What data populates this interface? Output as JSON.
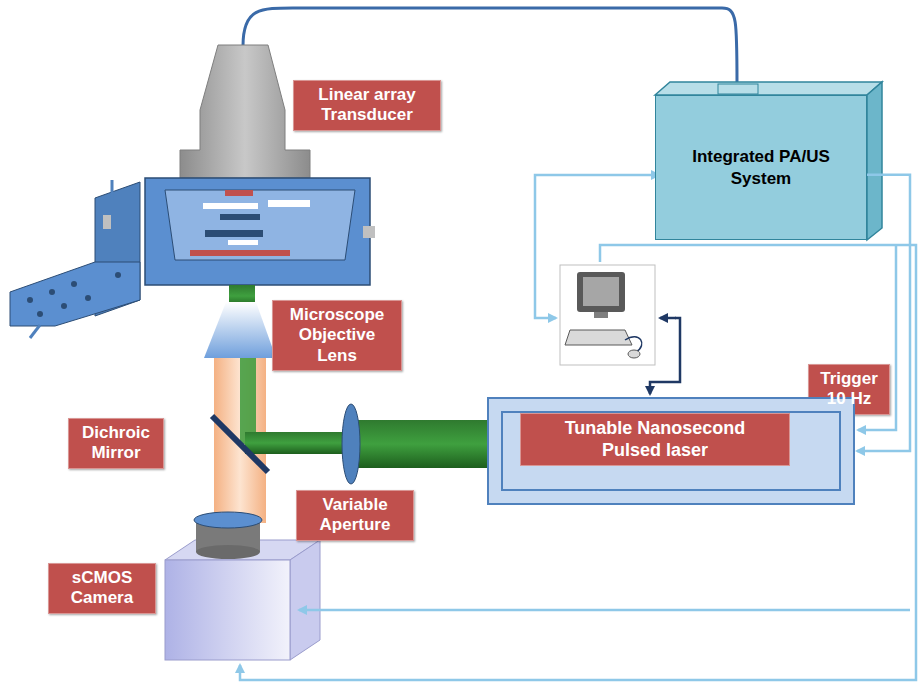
{
  "diagram": {
    "nodes": [
      {
        "text": [
          "Linear array Transducer"
        ]
      },
      {
        "text": [
          "Integrated PA/US System"
        ]
      },
      {
        "text": [
          "Microscope Objective Lens"
        ]
      },
      {
        "text": [
          "Trigger 10 Hz"
        ]
      },
      {
        "text": [
          "Dichroic Mirror"
        ]
      },
      {
        "text": [
          "Tunable Nanosecond Pulsed laser"
        ]
      },
      {
        "text": [
          "Variable Aperture"
        ]
      },
      {
        "text": [
          "sCMOS Camera"
        ]
      }
    ],
    "edges": [
      {
        "from": 1,
        "to": 5,
        "arrow": "to"
      }
    ]
  }
}
